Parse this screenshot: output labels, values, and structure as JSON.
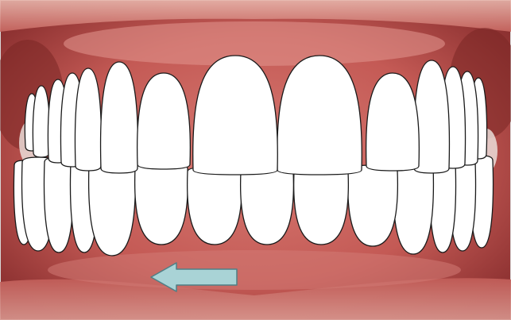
{
  "image": {
    "subject": "dental-arch-illustration",
    "colors": {
      "gum_base": "#c45a55",
      "gum_dark": "#8e2f2e",
      "gum_light": "#e7a39a",
      "tooth_fill": "#ffffff",
      "tooth_outline": "#1a1a1a",
      "arrow_fill": "#a9d3d6",
      "arrow_outline": "#4f7f86",
      "border": "#d8d8d8"
    },
    "teeth": {
      "upper_count": 14,
      "lower_count": 14
    },
    "arrow": {
      "direction": "left"
    }
  }
}
